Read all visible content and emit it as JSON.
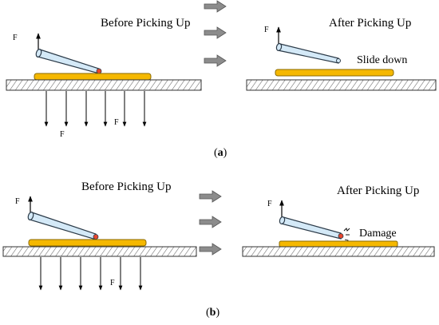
{
  "panel_a": {
    "before_title": "Before Picking Up",
    "after_title": "After Picking Up",
    "force_label_top": "F",
    "force_label_bottom_left": "F",
    "force_label_bottom_right": "F",
    "after_force_label": "F",
    "after_note": "Slide down",
    "caption_open": "(",
    "caption_letter": "a",
    "caption_close": ")"
  },
  "panel_b": {
    "before_title": "Before Picking Up",
    "after_title": "After Picking Up",
    "force_label_top": "F",
    "force_label_bottom": "F",
    "after_force_label": "F",
    "after_note": "Damage",
    "caption_open": "(",
    "caption_letter": "b",
    "caption_close": ")"
  },
  "colors": {
    "chip": "#f5b800",
    "chip_edge": "#8a6a00",
    "needle": "#d4e9f7",
    "needle_edge": "#2b3a48",
    "needle_tip": "#e8462e",
    "transfer_arrow": "#8c8c8c"
  }
}
